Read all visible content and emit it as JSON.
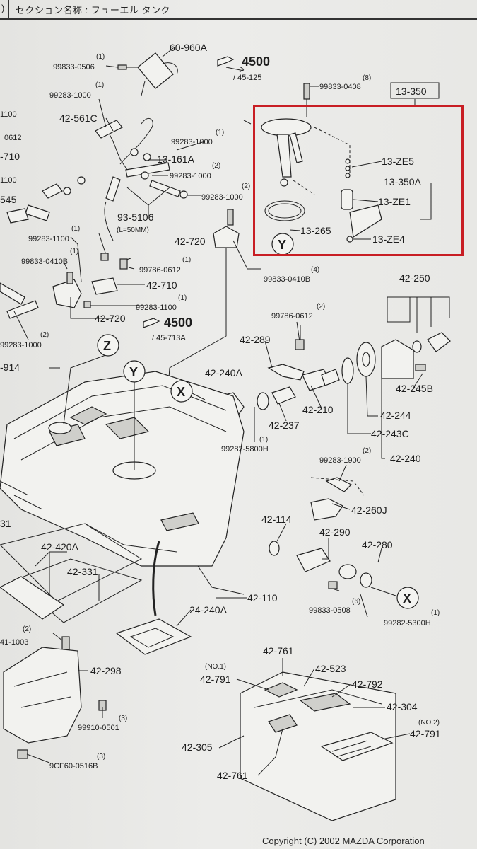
{
  "header": {
    "paren": ")",
    "title": "セクション名称 : フューエル タンク"
  },
  "copyright": "Copyright (C) 2002 MAZDA Corporation",
  "highlight_color": "#c81e24",
  "labels": {
    "p60960a": "60-960A",
    "q99833_0506": "99833-0506",
    "q99833_0506_qty": "(1)",
    "ref4500a": "4500",
    "ref4500a_sub": "/ 45-125",
    "q99833_0408": "99833-0408",
    "q99833_0408_qty": "(8)",
    "p13350": "13-350",
    "q99283_1000a": "99283-1000",
    "q99283_1000a_qty": "(1)",
    "p42561c": "42-561C",
    "q1100a": "1100",
    "q0612a": "0612",
    "p710": "-710",
    "q1100b": "1100",
    "p545": "545",
    "q99283_1000b": "99283-1000",
    "q99283_1000b_qty": "(1)",
    "p13161a": "13-161A",
    "q99283_1000c": "99283-1000",
    "q99283_1000c_qty": "(2)",
    "q99283_1000d": "99283-1000",
    "q99283_1000d_qty": "(2)",
    "p935106": "93-5106",
    "p935106_sub": "(L=50MM)",
    "pze5": "13-ZE5",
    "p13350a": "13-350A",
    "pze1": "13-ZE1",
    "pze4": "13-ZE4",
    "p13265": "13-265",
    "y_marker": "Y",
    "q99283_1100": "99283-1100",
    "q99283_1100_qty": "(1)",
    "p42720a": "42-720",
    "q99833_0410b_a": "99833-0410B",
    "q99833_0410b_a_qty": "(1)",
    "q99786_0612a": "99786-0612",
    "q99786_0612a_qty": "(1)",
    "p42710": "42-710",
    "q99833_0410b_b": "99833-0410B",
    "q99833_0410b_b_qty": "(4)",
    "q99283_1100b": "99283-1100",
    "q99283_1100b_qty": "(1)",
    "p42720b": "42-720",
    "ref4500b": "4500",
    "ref4500b_sub": "/ 45-713A",
    "q99283_1000e": "99283-1000",
    "q99283_1000e_qty": "(2)",
    "p914": "-914",
    "z_marker": "Z",
    "p42250": "42-250",
    "q99786_0612b": "99786-0612",
    "q99786_0612b_qty": "(2)",
    "p42289": "42-289",
    "p42240a": "42-240A",
    "x_marker": "X",
    "p42245b": "42-245B",
    "p42210": "42-210",
    "p42244": "42-244",
    "p42237": "42-237",
    "p42243c": "42-243C",
    "q99282_5800h": "99282-5800H",
    "q99282_5800h_qty": "(1)",
    "p42240": "42-240",
    "q99283_1900": "99283-1900",
    "q99283_1900_qty": "(2)",
    "p42260j": "42-260J",
    "p31": "31",
    "p42114": "42-114",
    "p42290": "42-290",
    "p42280": "42-280",
    "p42420a": "42-420A",
    "p42331": "42-331",
    "p42110": "42-110",
    "q99833_0508": "99833-0508",
    "q99833_0508_qty": "(6)",
    "x_marker2": "X",
    "q99282_5300h": "99282-5300H",
    "q99282_5300h_qty": "(1)",
    "p24240a": "24-240A",
    "q41_1003": "41-1003",
    "q41_1003_qty": "(2)",
    "p42298": "42-298",
    "q99910_0501": "99910-0501",
    "q99910_0501_qty": "(3)",
    "q9cf60": "9CF60-0516B",
    "q9cf60_qty": "(3)",
    "p42761a": "42-761",
    "p42791a": "42-791",
    "p42791a_no": "(NO.1)",
    "p42523": "42-523",
    "p42792": "42-792",
    "p42304": "42-304",
    "p42791b": "42-791",
    "p42791b_no": "(NO.2)",
    "p42305": "42-305",
    "p42761b": "42-761"
  }
}
